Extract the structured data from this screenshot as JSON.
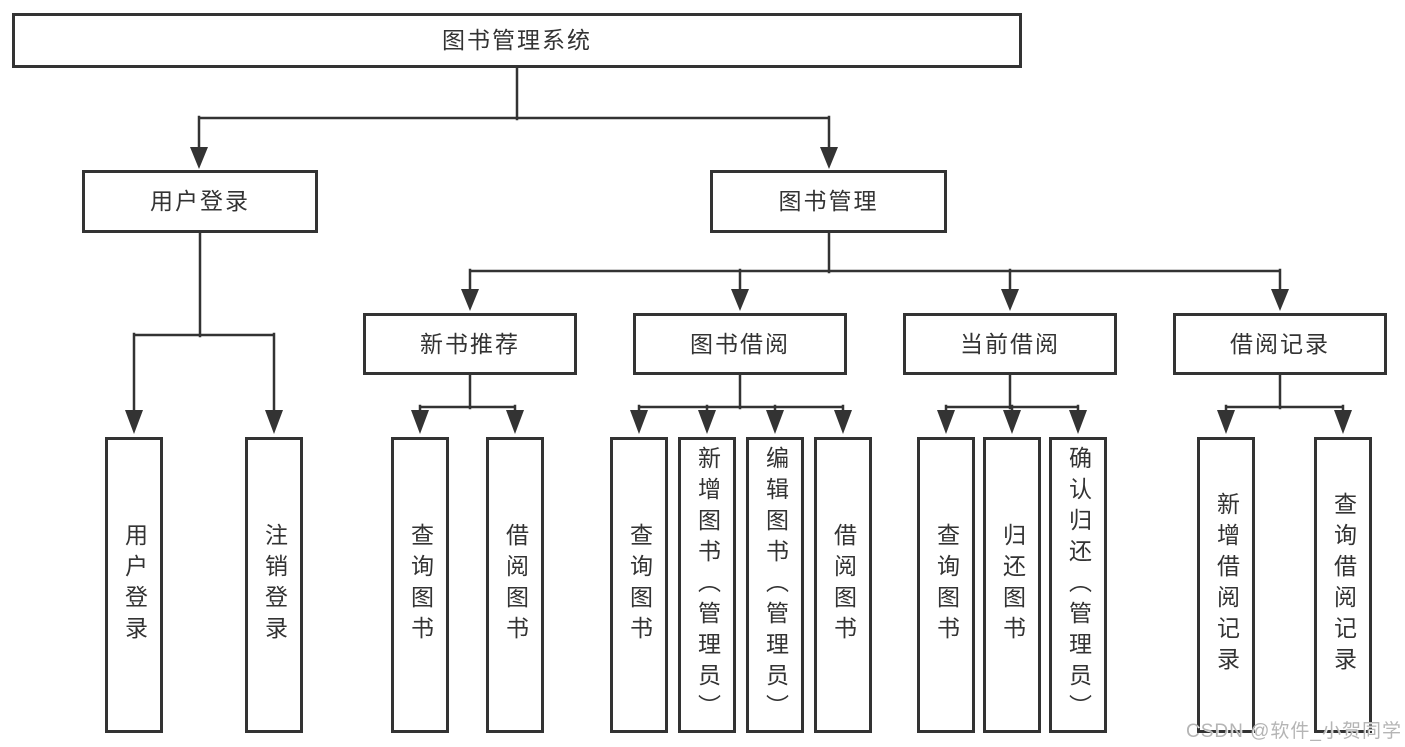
{
  "colors": {
    "line": "#333333",
    "text": "#333333",
    "background": "#ffffff",
    "watermark": "#b5b5b5"
  },
  "watermark": {
    "text": "CSDN @软件_小贺同学"
  },
  "tree": {
    "label": "图书管理系统",
    "children": [
      {
        "label": "用户登录",
        "children": [
          {
            "label": "用户登录"
          },
          {
            "label": "注销登录"
          }
        ]
      },
      {
        "label": "图书管理",
        "children": [
          {
            "label": "新书推荐",
            "children": [
              {
                "label": "查询图书"
              },
              {
                "label": "借阅图书"
              }
            ]
          },
          {
            "label": "图书借阅",
            "children": [
              {
                "label": "查询图书"
              },
              {
                "label": "新增图书（管理员）"
              },
              {
                "label": "编辑图书（管理员）"
              },
              {
                "label": "借阅图书"
              }
            ]
          },
          {
            "label": "当前借阅",
            "children": [
              {
                "label": "查询图书"
              },
              {
                "label": "归还图书"
              },
              {
                "label": "确认归还（管理员）"
              }
            ]
          },
          {
            "label": "借阅记录",
            "children": [
              {
                "label": "新增借阅记录"
              },
              {
                "label": "查询借阅记录"
              }
            ]
          }
        ]
      }
    ]
  }
}
